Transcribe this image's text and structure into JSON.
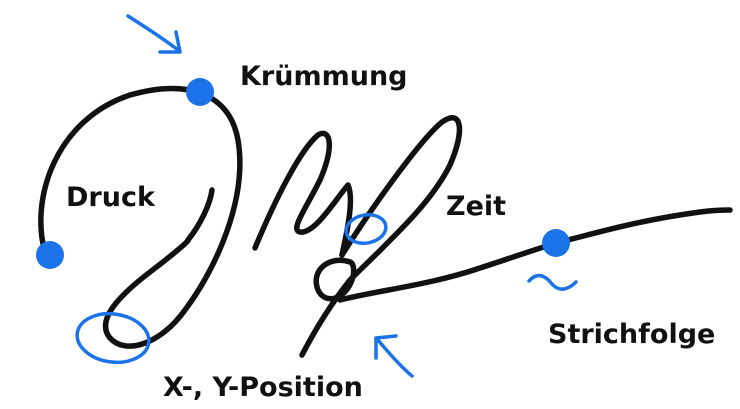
{
  "labels": {
    "kruemmung": "Krümmung",
    "druck": "Druck",
    "zeit": "Zeit",
    "strichfolge": "Strichfolge",
    "xy_position": "X-, Y-Position"
  },
  "colors": {
    "stroke": "#111111",
    "accent": "#1a73e8"
  },
  "icons": [
    "arrow-icon-top",
    "arrow-icon-bottom",
    "tilde-icon"
  ]
}
